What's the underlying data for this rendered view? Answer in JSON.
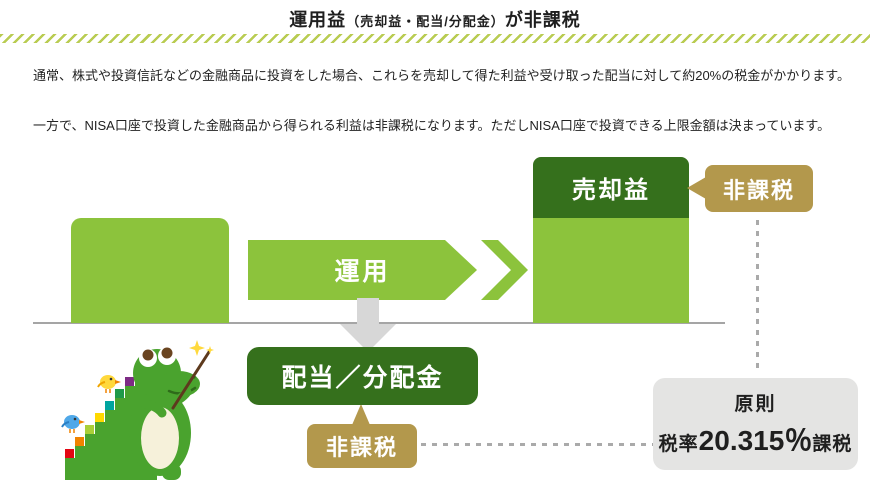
{
  "header": {
    "title_part1": "運用益",
    "title_part2": "（売却益・配当/分配金）",
    "title_part3": "が非課税"
  },
  "intro": {
    "paragraph1": "通常、株式や投資信託などの金融商品に投資をした場合、これらを売却して得た利益や受け取った配当に対して約20%の税金がかかります。",
    "paragraph2": "一方で、NISA口座で投資した金融商品から得られる利益は非課税になります。ただしNISA口座で投資できる上限金額は決まっています。"
  },
  "diagram": {
    "operation_arrow_label": "運用",
    "sale_gain_label": "売却益",
    "tax_free_badge_top": "非課税",
    "dividend_box_label": "配当／分配金",
    "tax_free_badge_bottom": "非課税",
    "tax_rule_box": {
      "line1": "原則",
      "line2_prefix": "税率",
      "line2_rate": "20.315％",
      "line2_suffix": "課税"
    },
    "mascot_icon": "crocodile-mascot"
  },
  "palette": {
    "light_green": "#8cc33c",
    "dark_green": "#35701c",
    "gold": "#b3984c",
    "stripe_green": "#b9cc52",
    "gray_line": "#a5a5a5",
    "gray_arrow": "#d7d7d7",
    "gray_box": "#e4e4e3",
    "text_dark": "#1f1f1f"
  }
}
